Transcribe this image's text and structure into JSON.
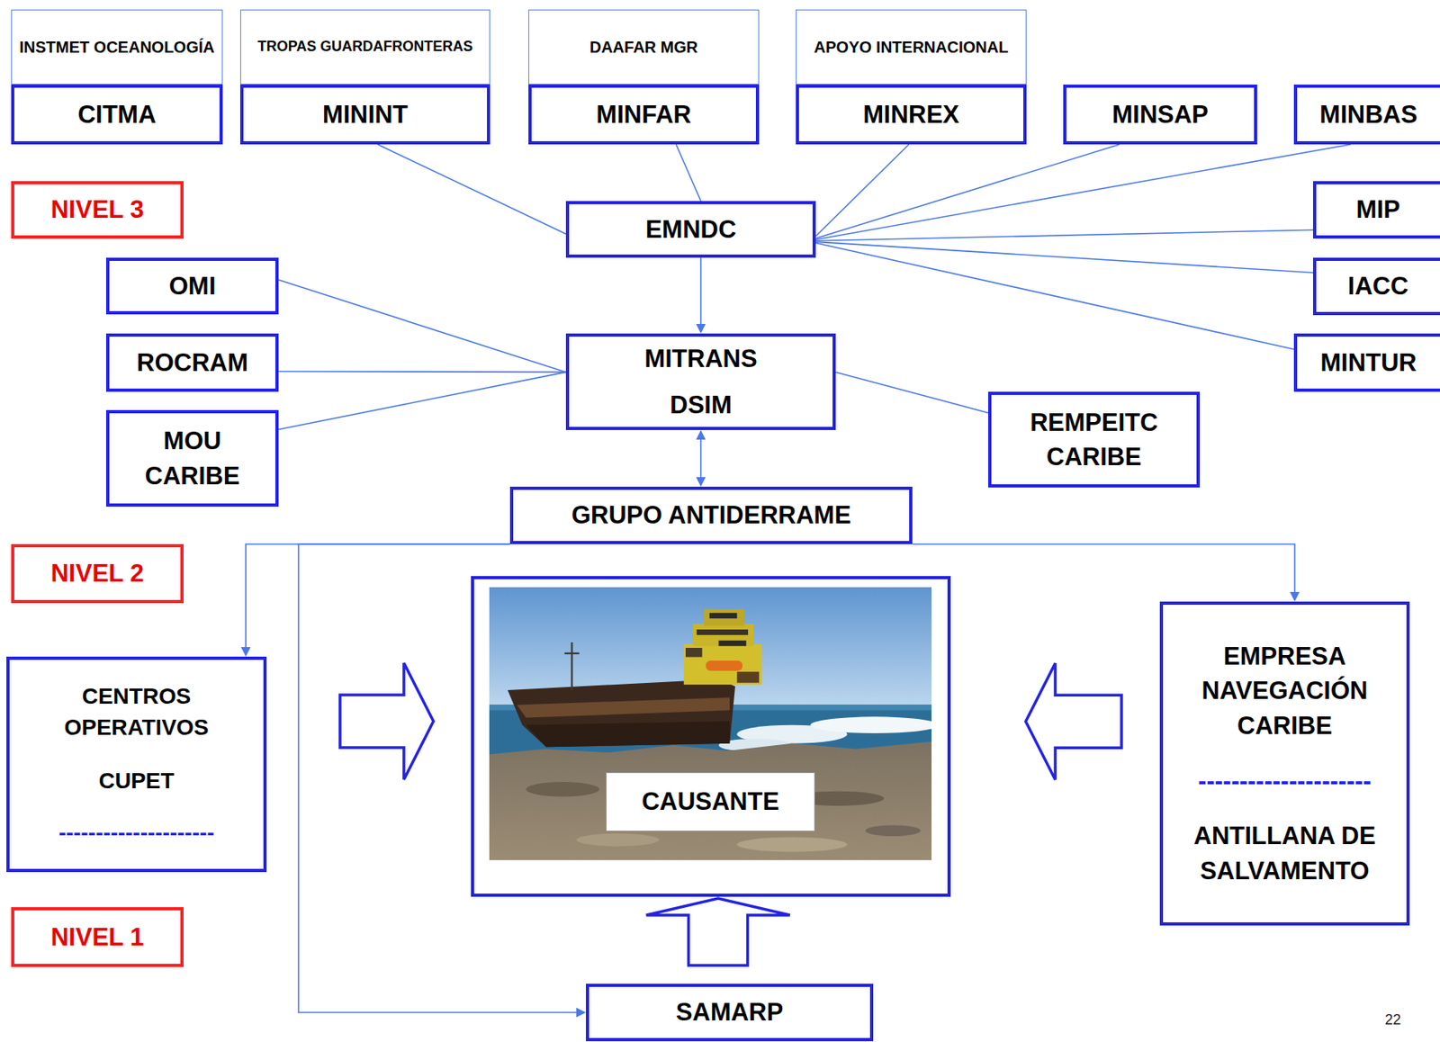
{
  "diagram": {
    "nodes": [
      {
        "text": [
          "INSTMET OCEANOLOGÍA"
        ]
      },
      {
        "text": [
          "CITMA"
        ]
      },
      {
        "text": [
          "TROPAS GUARDAFRONTERAS"
        ]
      },
      {
        "text": [
          "MININT"
        ]
      },
      {
        "text": [
          "DAAFAR MGR"
        ]
      },
      {
        "text": [
          "MINFAR"
        ]
      },
      {
        "text": [
          "APOYO INTERNACIONAL"
        ]
      },
      {
        "text": [
          "MINREX"
        ]
      },
      {
        "text": [
          "MINSAP"
        ]
      },
      {
        "text": [
          "MINBAS"
        ]
      },
      {
        "text": [
          "NIVEL 3"
        ]
      },
      {
        "text": [
          "EMNDC"
        ]
      },
      {
        "text": [
          "MIP"
        ]
      },
      {
        "text": [
          "OMI"
        ]
      },
      {
        "text": [
          "IACC"
        ]
      },
      {
        "text": [
          "ROCRAM"
        ]
      },
      {
        "text": [
          "MITRANS",
          "DSIM"
        ]
      },
      {
        "text": [
          "MINTUR"
        ]
      },
      {
        "text": [
          "MOU CARIBE"
        ]
      },
      {
        "text": [
          "REMPEITC CARIBE"
        ]
      },
      {
        "text": [
          "GRUPO ANTIDERRAME"
        ]
      },
      {
        "text": [
          "NIVEL 2"
        ]
      },
      {
        "text": [
          "CENTROS OPERATIVOS",
          "CUPET",
          "---------------------"
        ]
      },
      {
        "text": []
      },
      {
        "text": [
          "CAUSANTE"
        ],
        "in": 23
      },
      {
        "text": [
          "EMPRESA NAVEGACIÓN CARIBE",
          "---------------------",
          "ANTILLANA DE SALVAMENTO"
        ]
      },
      {
        "text": [
          "NIVEL 1"
        ]
      },
      {
        "text": [
          "SAMARP"
        ]
      }
    ],
    "edges": [
      {
        "from": 3,
        "to": 11,
        "arrow": "none"
      },
      {
        "from": 5,
        "to": 11,
        "arrow": "none"
      },
      {
        "from": 7,
        "to": 11,
        "arrow": "none"
      },
      {
        "from": 8,
        "to": 11,
        "arrow": "none"
      },
      {
        "from": 9,
        "to": 11,
        "arrow": "none"
      },
      {
        "from": 12,
        "to": 11,
        "arrow": "none"
      },
      {
        "from": 14,
        "to": 11,
        "arrow": "none"
      },
      {
        "from": 17,
        "to": 11,
        "arrow": "none"
      },
      {
        "from": 11,
        "to": 16,
        "arrow": "to"
      },
      {
        "from": 13,
        "to": 16,
        "arrow": "none"
      },
      {
        "from": 15,
        "to": 16,
        "arrow": "none"
      },
      {
        "from": 18,
        "to": 16,
        "arrow": "none"
      },
      {
        "from": 16,
        "to": 19,
        "arrow": "none"
      },
      {
        "from": 16,
        "to": 20,
        "arrow": "both"
      },
      {
        "from": 20,
        "to": 22,
        "arrow": "to"
      },
      {
        "from": 20,
        "to": 25,
        "arrow": "to"
      },
      {
        "from": 20,
        "to": 27,
        "arrow": "to"
      },
      {
        "from": 22,
        "to": 23,
        "arrow": "to"
      },
      {
        "from": 25,
        "to": 23,
        "arrow": "to"
      },
      {
        "from": 27,
        "to": 23,
        "arrow": "to"
      }
    ],
    "labels": [
      "22"
    ]
  }
}
